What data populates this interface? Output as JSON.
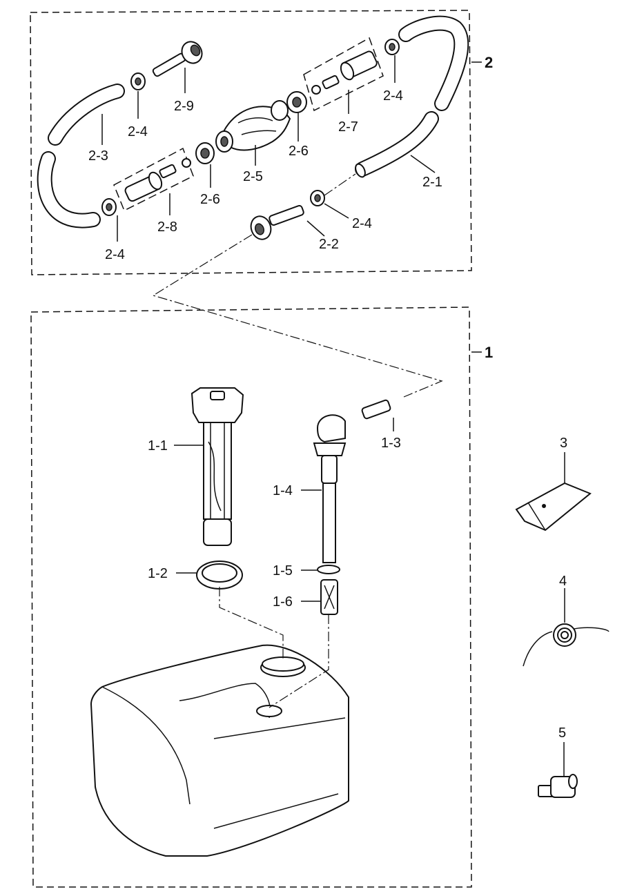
{
  "groups": [
    {
      "id": "group-2",
      "label": "2"
    },
    {
      "id": "group-1",
      "label": "1"
    }
  ],
  "parts": {
    "p2_1": "2-1",
    "p2_2": "2-2",
    "p2_3": "2-3",
    "p2_4a": "2-4",
    "p2_4b": "2-4",
    "p2_4c": "2-4",
    "p2_4d": "2-4",
    "p2_5": "2-5",
    "p2_6a": "2-6",
    "p2_6b": "2-6",
    "p2_7": "2-7",
    "p2_8": "2-8",
    "p2_9": "2-9",
    "p1_1": "1-1",
    "p1_2": "1-2",
    "p1_3": "1-3",
    "p1_4": "1-4",
    "p1_5": "1-5",
    "p1_6": "1-6",
    "p3": "3",
    "p4": "4",
    "p5": "5"
  }
}
